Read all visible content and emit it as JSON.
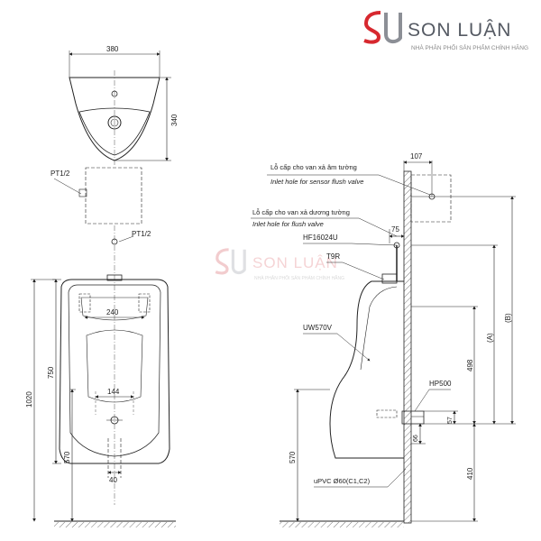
{
  "brand": {
    "name_part1": "SON ",
    "name_part2": "LUẬN",
    "tagline": "NHÀ PHÂN PHỐI SẢN PHẨM CHÍNH HÃNG",
    "accent_color": "#d7282f",
    "text_color": "#555a63"
  },
  "watermark": {
    "name_part1": "SON ",
    "name_part2": "LUẬN",
    "tagline": "NHÀ PHÂN PHỐI SẢN PHẨM CHÍNH HÃNG"
  },
  "plan_view": {
    "width_dim": "380",
    "depth_dim": "340"
  },
  "front_view": {
    "pt_label_upper": "PT1/2",
    "pt_label_lower": "PT1/2",
    "dim_240": "240",
    "dim_750": "750",
    "dim_1020": "1020",
    "dim_144": "144",
    "dim_570": "570",
    "dim_40": "40"
  },
  "side_view": {
    "dim_107": "107",
    "sensor_vi": "Lỗ cấp cho van xả âm tường",
    "sensor_en": "Inlet hole for sensor flush valve",
    "flush_vi": "Lỗ cấp cho van xả dương tường",
    "flush_en": "Inlet hole for flush valve",
    "dim_75": "75",
    "hf_label": "HF16024U",
    "t9r_label": "T9R",
    "uw_label": "UW570V",
    "dim_B": "(B)",
    "dim_A": "(A)",
    "dim_498": "498",
    "hp_label": "HP500",
    "dim_57": "57",
    "dim_66": "66",
    "dim_410": "410",
    "dim_570": "570",
    "pipe_label": "uPVC Ø60(C1,C2)"
  }
}
